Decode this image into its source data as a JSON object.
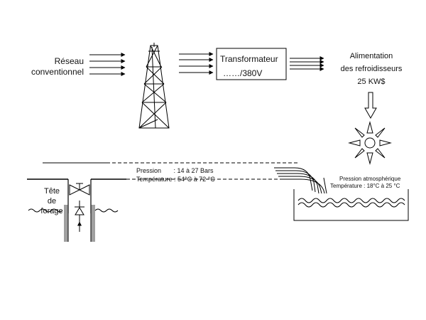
{
  "grid": {
    "label": "Réseau conventionnel",
    "line1": "Réseau",
    "line2": "conventionnel"
  },
  "transformer": {
    "line1": "Transformateur",
    "line2": "……/380V"
  },
  "supply": {
    "line1": "Alimentation",
    "line2": "des refroidisseurs",
    "line3": "25 KW$"
  },
  "pipe": {
    "pressure": "Pression       : 14 à 27 Bars",
    "temperature": "Température : 54°C à 72 °C"
  },
  "basin": {
    "pressure": "Pression atmosphérique",
    "temperature": "Température : 18°C à 25 °C"
  },
  "wellhead": {
    "line1": "Tête",
    "line2": "de",
    "line3": "forage"
  },
  "colors": {
    "stroke": "#000000",
    "background": "#ffffff",
    "casing": "#a0a0a0"
  }
}
